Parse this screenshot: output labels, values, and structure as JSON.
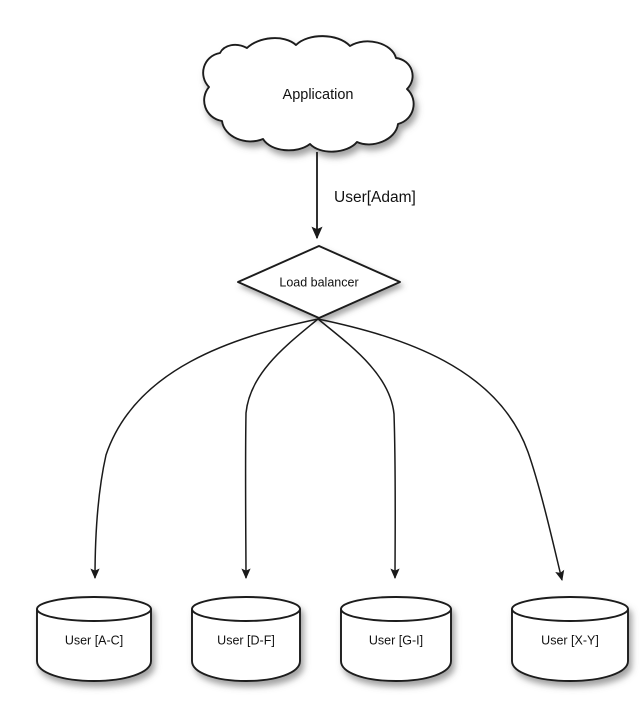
{
  "diagram": {
    "type": "architecture-flow",
    "background_color": "#ffffff",
    "stroke_color": "#1a1a1a",
    "text_color": "#111111",
    "source": {
      "name": "application-cloud",
      "shape": "cloud",
      "label": "Application"
    },
    "router": {
      "name": "load-balancer",
      "shape": "diamond",
      "label": "Load balancer"
    },
    "edges": [
      {
        "name": "app-to-load-balancer",
        "from": "application-cloud",
        "to": "load-balancer",
        "label": "User[Adam]",
        "style": "straight-arrow"
      },
      {
        "name": "lb-to-shard-a-c",
        "from": "load-balancer",
        "to": "shard-a-c",
        "label": "",
        "style": "curved-arrow"
      },
      {
        "name": "lb-to-shard-d-f",
        "from": "load-balancer",
        "to": "shard-d-f",
        "label": "",
        "style": "curved-arrow"
      },
      {
        "name": "lb-to-shard-g-i",
        "from": "load-balancer",
        "to": "shard-g-i",
        "label": "",
        "style": "curved-arrow"
      },
      {
        "name": "lb-to-shard-x-y",
        "from": "load-balancer",
        "to": "shard-x-y",
        "label": "",
        "style": "curved-arrow"
      }
    ],
    "shards": [
      {
        "name": "shard-a-c",
        "shape": "cylinder",
        "label": "User [A-C]"
      },
      {
        "name": "shard-d-f",
        "shape": "cylinder",
        "label": "User [D-F]"
      },
      {
        "name": "shard-g-i",
        "shape": "cylinder",
        "label": "User [G-I]"
      },
      {
        "name": "shard-x-y",
        "shape": "cylinder",
        "label": "User [X-Y]"
      }
    ]
  }
}
